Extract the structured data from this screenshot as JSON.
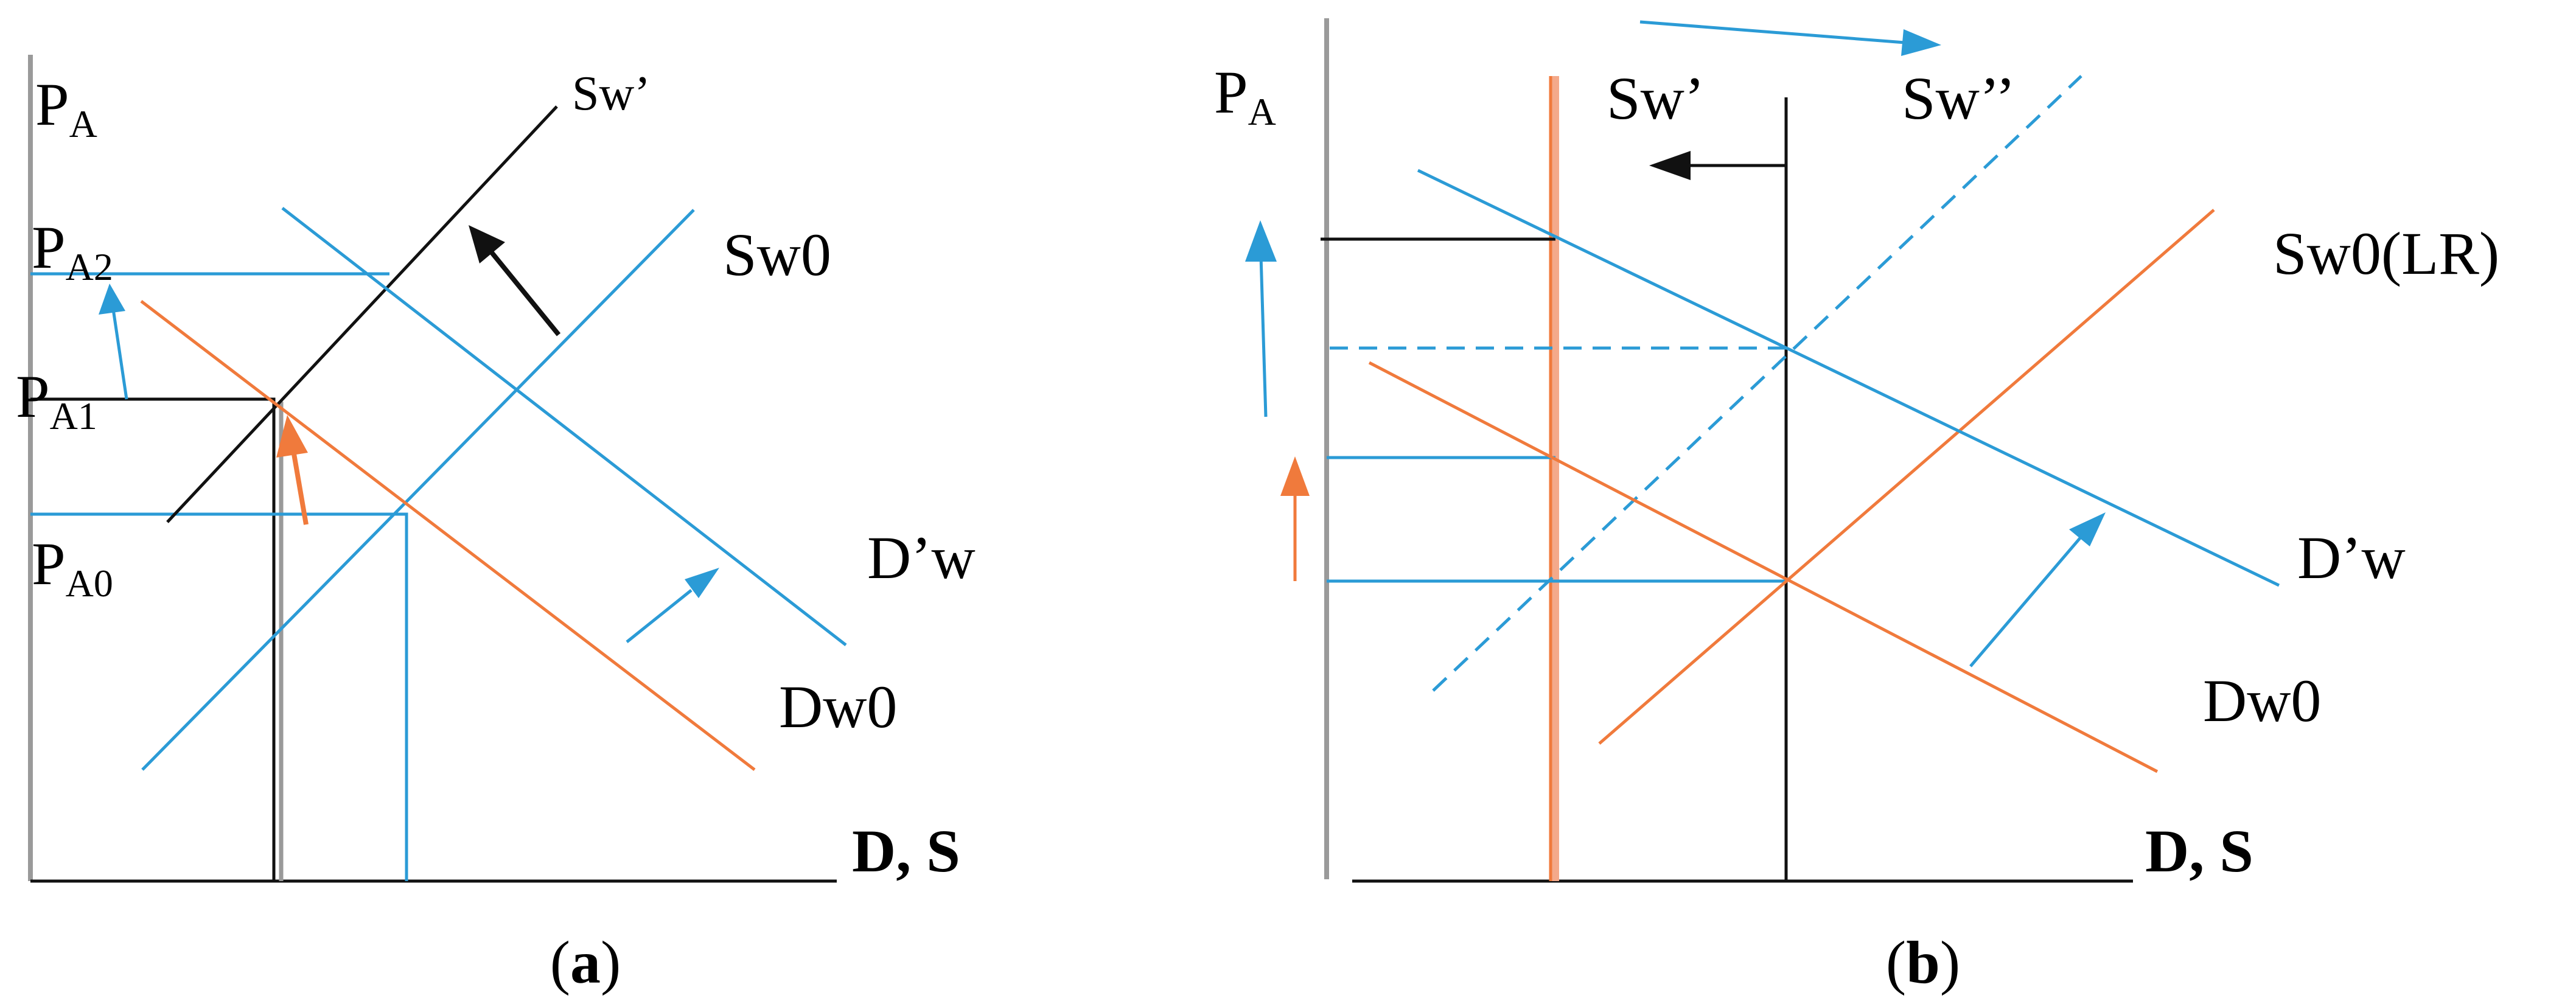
{
  "colors": {
    "blue": "#2b9bd6",
    "orange": "#f07a3c",
    "black": "#111111",
    "gray": "#9a9a9a",
    "pink": "#f4a98a"
  },
  "panel_a": {
    "caption": {
      "open": "(",
      "letter": "a",
      "close": ")"
    },
    "axis_y": {
      "main": "P",
      "sub": "A"
    },
    "axis_x": "D, S",
    "p_a2": {
      "main": "P",
      "sub": "A2"
    },
    "p_a1": {
      "main": "P",
      "sub": "A1"
    },
    "p_a0": {
      "main": "P",
      "sub": "A0"
    },
    "sw_prime": "Sw’",
    "sw0": "Sw0",
    "d_prime_w": "D’w",
    "dw0": "Dw0"
  },
  "panel_b": {
    "caption": {
      "open": "(",
      "letter": "b",
      "close": ")"
    },
    "axis_y": {
      "main": "P",
      "sub": "A"
    },
    "axis_x": "D, S",
    "sw_prime": "Sw’",
    "sw_double_prime": "Sw’’",
    "sw0_lr": "Sw0(LR)",
    "d_prime_w": "D’w",
    "dw0": "Dw0"
  }
}
